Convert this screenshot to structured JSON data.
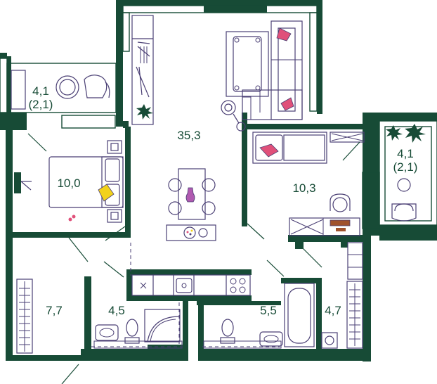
{
  "rooms": [
    {
      "id": "living",
      "area": "35,3"
    },
    {
      "id": "bedroom",
      "area": "10,0"
    },
    {
      "id": "balcony_left",
      "area": "4,1",
      "area_alt": "(2,1)"
    },
    {
      "id": "bedroom_2",
      "area": "10,3"
    },
    {
      "id": "balcony_right",
      "area": "4,1",
      "area_alt": "(2,1)"
    },
    {
      "id": "hall",
      "area": "7,7"
    },
    {
      "id": "bathroom_1",
      "area": "4,5"
    },
    {
      "id": "bathroom_2",
      "area": "5,5"
    },
    {
      "id": "laundry",
      "area": "4,7"
    }
  ],
  "colors": {
    "wall": "#174b36",
    "furniture": "#4a3f74",
    "accent_pink": "#e0507a",
    "accent_yellow": "#f2d21b",
    "vase": "#b05ab0"
  },
  "icons": [
    "plant-icon",
    "sofa-icon",
    "bed-icon",
    "dining-table-icon",
    "armchair-icon",
    "bathtub-icon",
    "shower-icon",
    "toilet-icon",
    "sink-icon",
    "washing-machine-icon",
    "stove-icon",
    "wardrobe-icon",
    "door-arc-icon"
  ]
}
